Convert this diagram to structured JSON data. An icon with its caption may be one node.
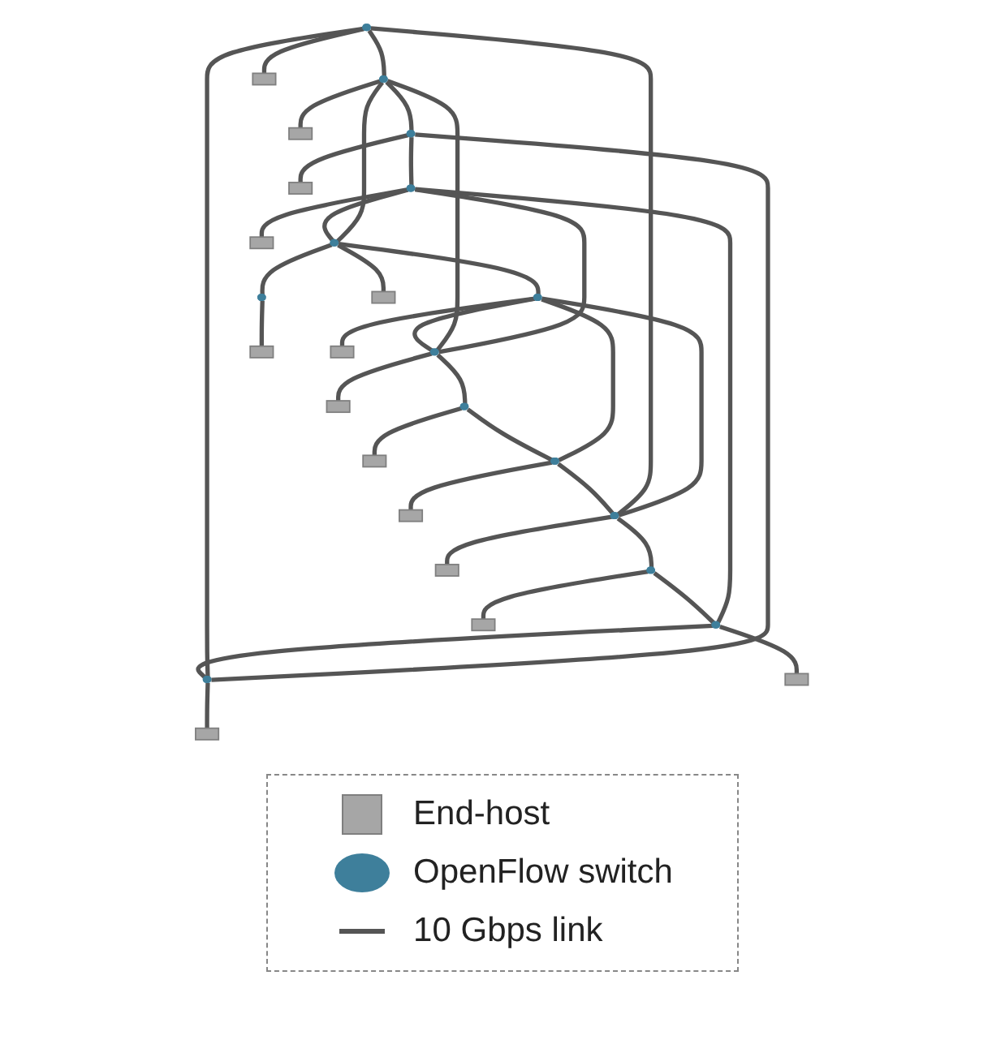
{
  "diagram": {
    "nodes": [
      {
        "text": [],
        "shape": "ellipse"
      },
      {
        "text": [],
        "shape": "ellipse"
      },
      {
        "text": [],
        "shape": "ellipse"
      },
      {
        "text": [],
        "shape": "ellipse"
      },
      {
        "text": [],
        "shape": "ellipse"
      },
      {
        "text": [],
        "shape": "ellipse"
      },
      {
        "text": [],
        "shape": "ellipse"
      },
      {
        "text": [],
        "shape": "ellipse"
      },
      {
        "text": [],
        "shape": "ellipse"
      },
      {
        "text": [],
        "shape": "ellipse"
      },
      {
        "text": [],
        "shape": "ellipse"
      },
      {
        "text": [],
        "shape": "ellipse"
      },
      {
        "text": [],
        "shape": "ellipse"
      },
      {
        "text": [],
        "shape": "ellipse"
      },
      {
        "text": [],
        "shape": "box"
      },
      {
        "text": [],
        "shape": "box"
      },
      {
        "text": [],
        "shape": "box"
      },
      {
        "text": [],
        "shape": "box"
      },
      {
        "text": [],
        "shape": "box"
      },
      {
        "text": [],
        "shape": "box"
      },
      {
        "text": [],
        "shape": "box"
      },
      {
        "text": [],
        "shape": "box"
      },
      {
        "text": [],
        "shape": "box"
      },
      {
        "text": [],
        "shape": "box"
      },
      {
        "text": [],
        "shape": "box"
      },
      {
        "text": [],
        "shape": "box"
      },
      {
        "text": [],
        "shape": "box"
      },
      {
        "text": [],
        "shape": "box"
      }
    ],
    "edges": [
      {
        "from": 0,
        "to": 1,
        "arrow": "none"
      },
      {
        "from": 1,
        "to": 2,
        "arrow": "none"
      },
      {
        "from": 2,
        "to": 3,
        "arrow": "none"
      },
      {
        "from": 3,
        "to": 4,
        "arrow": "none"
      },
      {
        "from": 4,
        "to": 5,
        "arrow": "none"
      },
      {
        "from": 4,
        "to": 6,
        "arrow": "none"
      },
      {
        "from": 6,
        "to": 7,
        "arrow": "none"
      },
      {
        "from": 7,
        "to": 8,
        "arrow": "none"
      },
      {
        "from": 8,
        "to": 9,
        "arrow": "none"
      },
      {
        "from": 9,
        "to": 10,
        "arrow": "none"
      },
      {
        "from": 10,
        "to": 11,
        "arrow": "none"
      },
      {
        "from": 11,
        "to": 12,
        "arrow": "none"
      },
      {
        "from": 12,
        "to": 13,
        "arrow": "none"
      },
      {
        "from": 13,
        "to": 0,
        "arrow": "none"
      },
      {
        "from": 13,
        "to": 2,
        "arrow": "none"
      },
      {
        "from": 12,
        "to": 3,
        "arrow": "none"
      },
      {
        "from": 0,
        "to": 10,
        "arrow": "none"
      },
      {
        "from": 1,
        "to": 4,
        "arrow": "none"
      },
      {
        "from": 1,
        "to": 7,
        "arrow": "none"
      },
      {
        "from": 3,
        "to": 7,
        "arrow": "none"
      },
      {
        "from": 10,
        "to": 6,
        "arrow": "none"
      },
      {
        "from": 9,
        "to": 6,
        "arrow": "none"
      },
      {
        "from": 0,
        "to": 14,
        "arrow": "none"
      },
      {
        "from": 1,
        "to": 15,
        "arrow": "none"
      },
      {
        "from": 2,
        "to": 16,
        "arrow": "none"
      },
      {
        "from": 3,
        "to": 17,
        "arrow": "none"
      },
      {
        "from": 4,
        "to": 18,
        "arrow": "none"
      },
      {
        "from": 5,
        "to": 19,
        "arrow": "none"
      },
      {
        "from": 6,
        "to": 20,
        "arrow": "none"
      },
      {
        "from": 7,
        "to": 21,
        "arrow": "none"
      },
      {
        "from": 8,
        "to": 22,
        "arrow": "none"
      },
      {
        "from": 9,
        "to": 23,
        "arrow": "none"
      },
      {
        "from": 10,
        "to": 24,
        "arrow": "none"
      },
      {
        "from": 11,
        "to": 25,
        "arrow": "none"
      },
      {
        "from": 12,
        "to": 26,
        "arrow": "none"
      },
      {
        "from": 13,
        "to": 27,
        "arrow": "none"
      }
    ],
    "legend": [
      {
        "text": "End-host"
      },
      {
        "text": "OpenFlow switch"
      },
      {
        "text": "10 Gbps link"
      }
    ]
  }
}
